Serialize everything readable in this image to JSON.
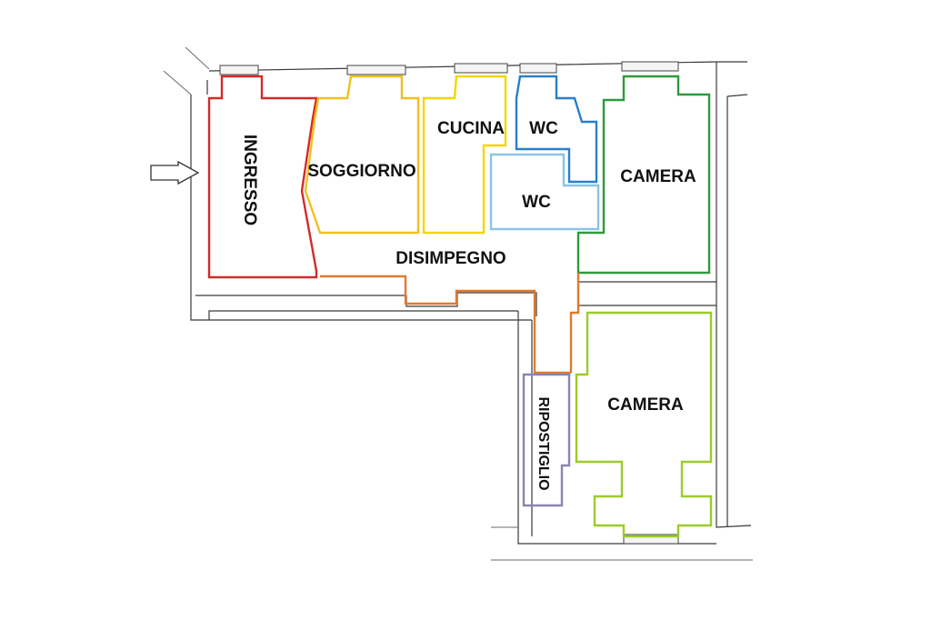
{
  "floorplan": {
    "entrance_icon": "arrow-right-outline-icon",
    "rooms": [
      {
        "id": "ingresso",
        "label": "INGRESSO",
        "color": "#d42a2a"
      },
      {
        "id": "soggiorno",
        "label": "SOGGIORNO",
        "color": "#f0c020"
      },
      {
        "id": "cucina",
        "label": "CUCINA",
        "color": "#f2d700"
      },
      {
        "id": "wc1",
        "label": "WC",
        "color": "#2a7fc8"
      },
      {
        "id": "wc2",
        "label": "WC",
        "color": "#8cc4e6"
      },
      {
        "id": "camera1",
        "label": "CAMERA",
        "color": "#2e9a3c"
      },
      {
        "id": "disimpegno",
        "label": "DISIMPEGNO",
        "color": "#e07a30"
      },
      {
        "id": "ripostiglio",
        "label": "RIPOSTIGLIO",
        "color": "#8a84b0"
      },
      {
        "id": "camera2",
        "label": "CAMERA",
        "color": "#9ccc2a"
      }
    ]
  }
}
